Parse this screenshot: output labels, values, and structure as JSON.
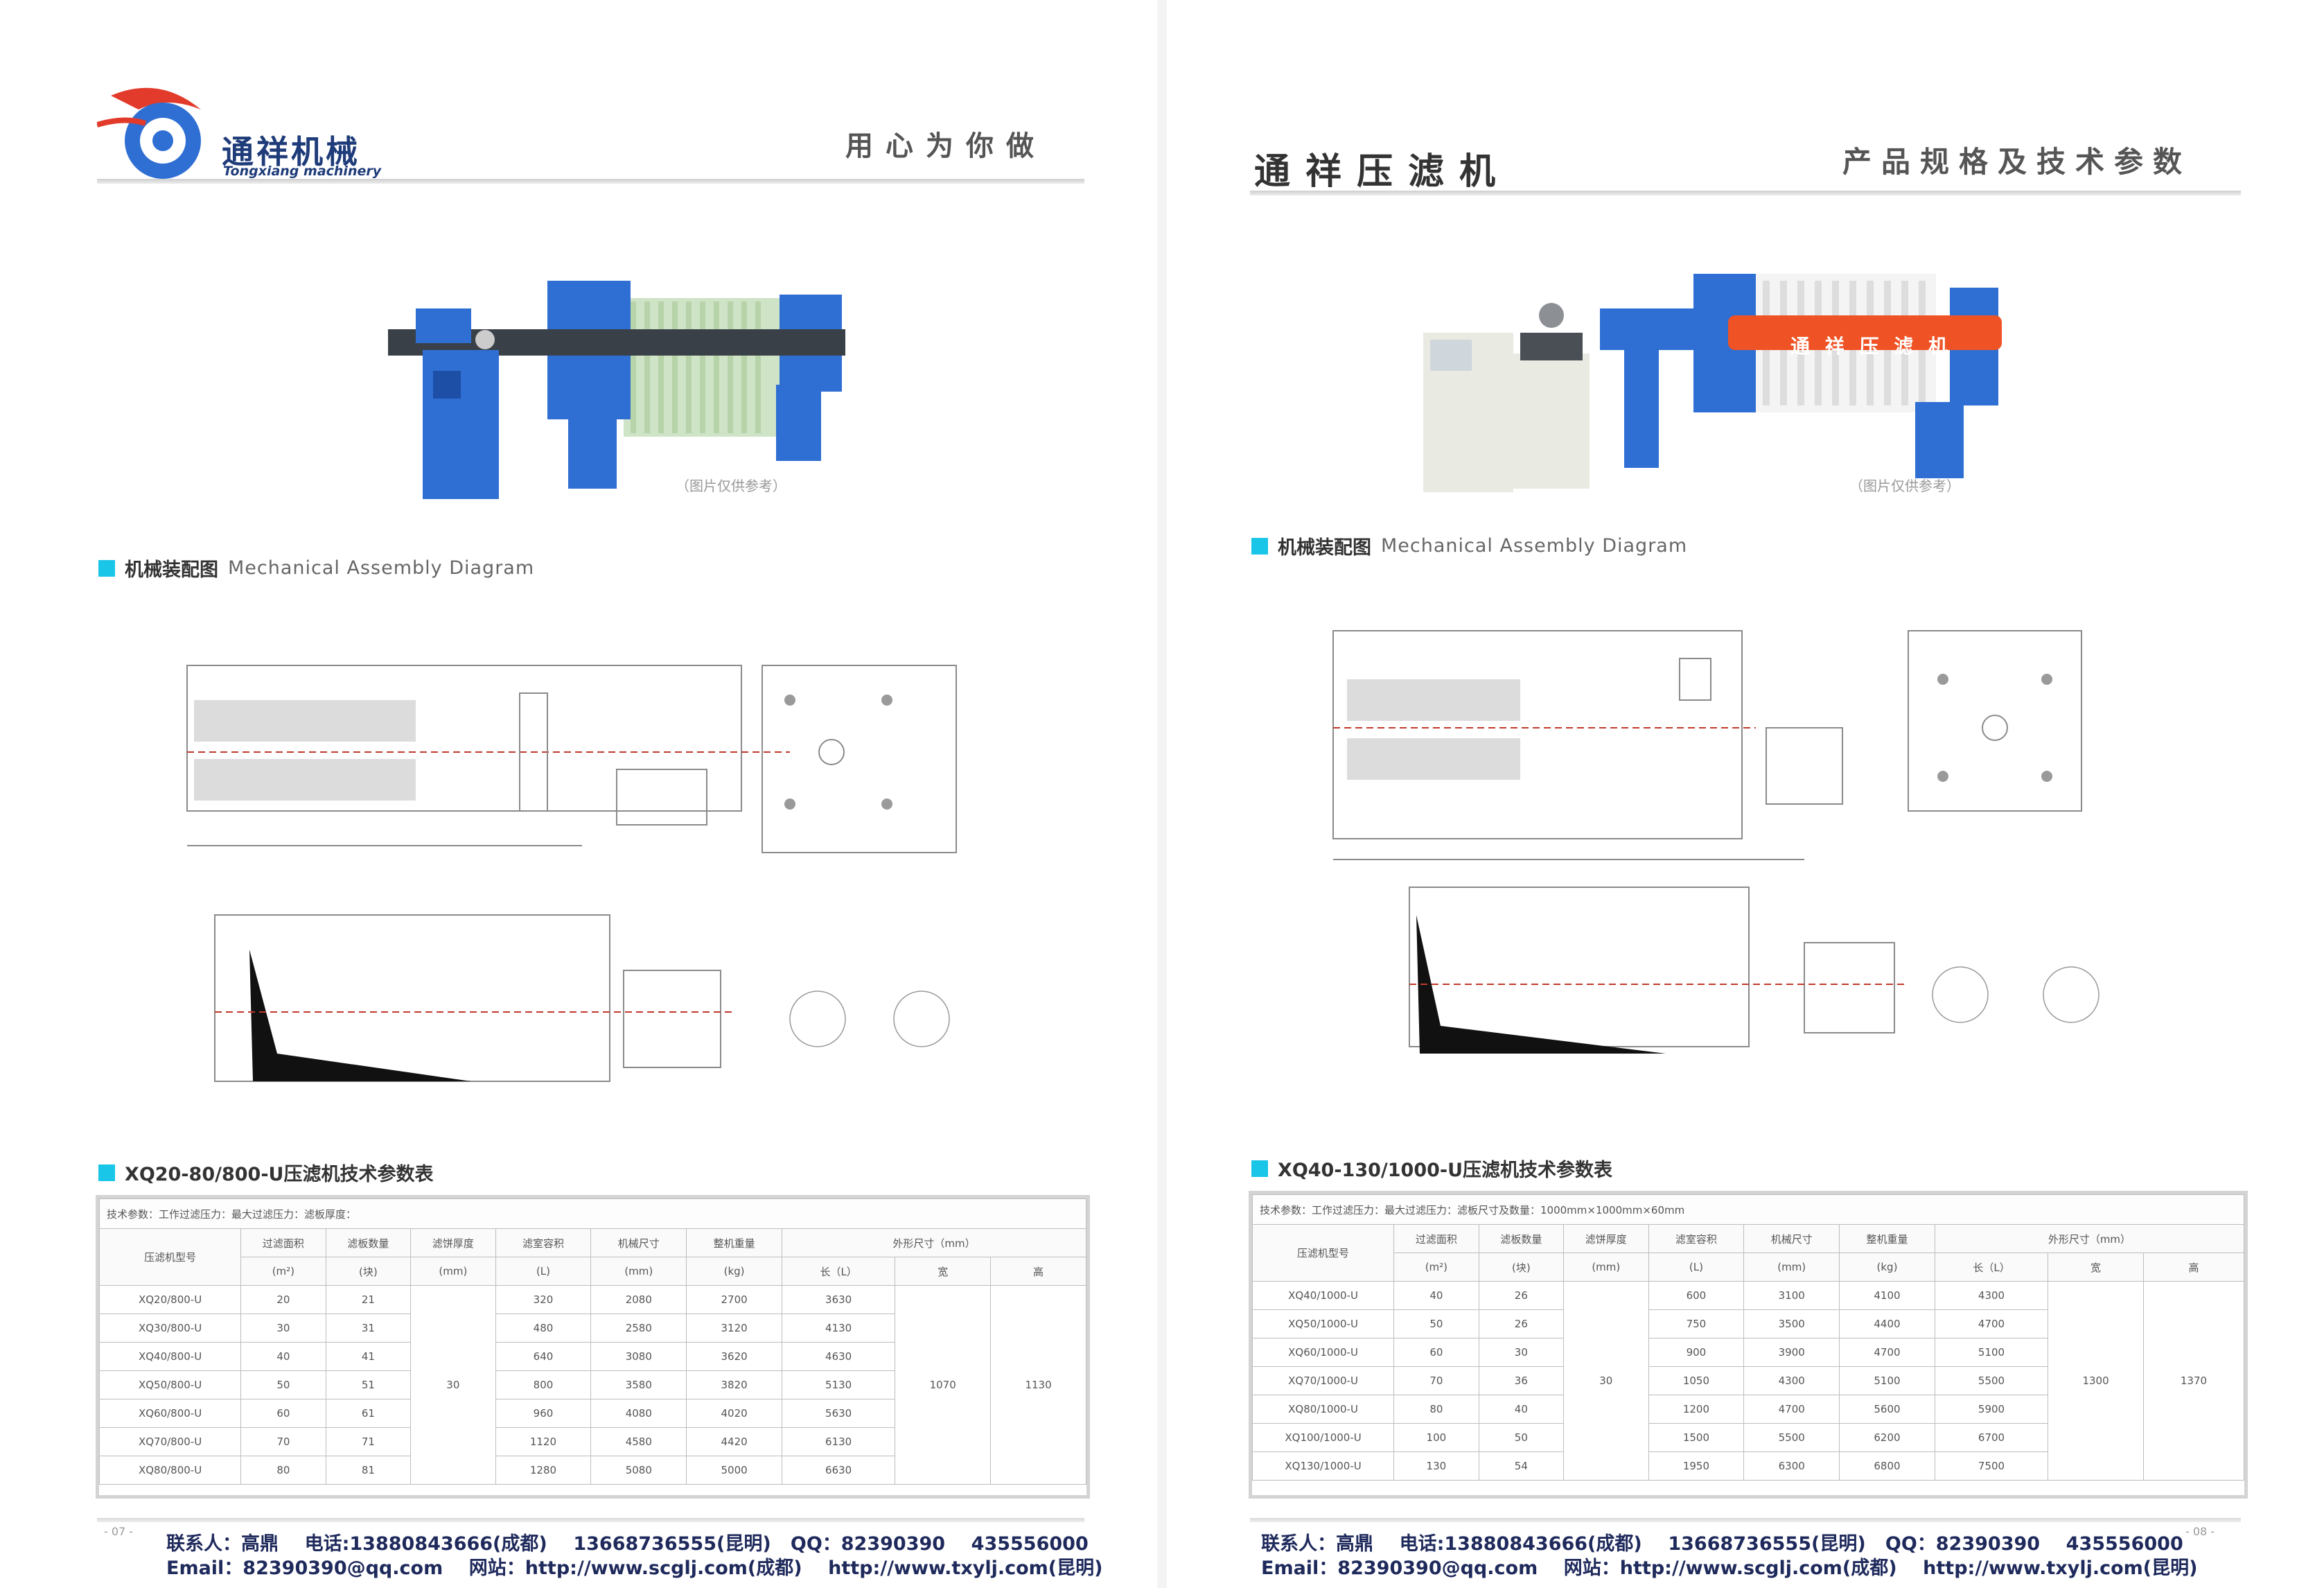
{
  "left": {
    "brand_cn": "通祥机械",
    "brand_en": "Tongxiang machinery",
    "slogan": "用心为你做",
    "photo_caption": "（图片仅供参考）",
    "section_diagram": {
      "cn": "机械装配图",
      "en": "Mechanical Assembly Diagram"
    },
    "section_table": {
      "cn": "XQ20-80/800-U压滤机技术参数表"
    },
    "table": {
      "note": "技术参数：工作过滤压力：最大过滤压力：滤板厚度：",
      "headers": [
        "压滤机型号",
        "过滤面积",
        "滤板数量",
        "滤饼厚度",
        "滤室容积",
        "机械尺寸",
        "整机重量",
        "外形尺寸（mm）"
      ],
      "units": [
        "(m²)",
        "(块)",
        "(mm)",
        "(L)",
        "(mm)",
        "(kg)"
      ],
      "dims_sub": [
        "长（L）",
        "宽",
        "高"
      ],
      "rows": [
        [
          "XQ20/800-U",
          "20",
          "21",
          "",
          "320",
          "2080",
          "2700",
          "3630"
        ],
        [
          "XQ30/800-U",
          "30",
          "31",
          "",
          "480",
          "2580",
          "3120",
          "4130"
        ],
        [
          "XQ40/800-U",
          "40",
          "41",
          "",
          "640",
          "3080",
          "3620",
          "4630"
        ],
        [
          "XQ50/800-U",
          "50",
          "51",
          "",
          "800",
          "3580",
          "3820",
          "5130"
        ],
        [
          "XQ60/800-U",
          "60",
          "61",
          "",
          "960",
          "4080",
          "4020",
          "5630"
        ],
        [
          "XQ70/800-U",
          "70",
          "71",
          "",
          "1120",
          "4580",
          "4420",
          "6130"
        ],
        [
          "XQ80/800-U",
          "80",
          "81",
          "",
          "1280",
          "5080",
          "5000",
          "6630"
        ]
      ],
      "merged_thickness": "30",
      "merged_width": "1070",
      "merged_height": "1130"
    },
    "contact_line1": "联系人：高鼎    电话:13880843666(成都)    13668736555(昆明)   QQ：82390390    435556000",
    "contact_line2": "Email：82390390@qq.com    网站：http://www.scglj.com(成都)    http://www.txylj.com(昆明)",
    "page_number": "- 07 -"
  },
  "right": {
    "title": "通祥压滤机",
    "subtitle": "产品规格及技术参数",
    "machine_label": "通  祥  压  滤  机",
    "photo_caption": "（图片仅供参考）",
    "section_diagram": {
      "cn": "机械装配图",
      "en": "Mechanical Assembly Diagram"
    },
    "section_table": {
      "cn": "XQ40-130/1000-U压滤机技术参数表"
    },
    "table": {
      "note": "技术参数：工作过滤压力：最大过滤压力：滤板尺寸及数量：1000mm×1000mm×60mm",
      "headers": [
        "压滤机型号",
        "过滤面积",
        "滤板数量",
        "滤饼厚度",
        "滤室容积",
        "机械尺寸",
        "整机重量",
        "外形尺寸（mm）"
      ],
      "units": [
        "(m²)",
        "(块)",
        "(mm)",
        "(L)",
        "(mm)",
        "(kg)"
      ],
      "dims_sub": [
        "长（L）",
        "宽",
        "高"
      ],
      "rows": [
        [
          "XQ40/1000-U",
          "40",
          "26",
          "",
          "600",
          "3100",
          "4100",
          "4300"
        ],
        [
          "XQ50/1000-U",
          "50",
          "26",
          "",
          "750",
          "3500",
          "4400",
          "4700"
        ],
        [
          "XQ60/1000-U",
          "60",
          "30",
          "",
          "900",
          "3900",
          "4700",
          "5100"
        ],
        [
          "XQ70/1000-U",
          "70",
          "36",
          "",
          "1050",
          "4300",
          "5100",
          "5500"
        ],
        [
          "XQ80/1000-U",
          "80",
          "40",
          "",
          "1200",
          "4700",
          "5600",
          "5900"
        ],
        [
          "XQ100/1000-U",
          "100",
          "50",
          "",
          "1500",
          "5500",
          "6200",
          "6700"
        ],
        [
          "XQ130/1000-U",
          "130",
          "54",
          "",
          "1950",
          "6300",
          "6800",
          "7500"
        ]
      ],
      "merged_thickness": "30",
      "merged_width": "1300",
      "merged_height": "1370"
    },
    "contact_line1": "联系人：高鼎    电话:13880843666(成都)    13668736555(昆明)   QQ：82390390    435556000",
    "contact_line2": "Email：82390390@qq.com    网站：http://www.scglj.com(成都)    http://www.txylj.com(昆明)",
    "page_number": "- 08 -"
  },
  "colors": {
    "accent_cyan": "#19c6e8",
    "machine_blue": "#2f6fd3",
    "brand_navy": "#1f3c7a",
    "brand_red": "#e23a2b",
    "bar_orange": "#ef5224"
  }
}
